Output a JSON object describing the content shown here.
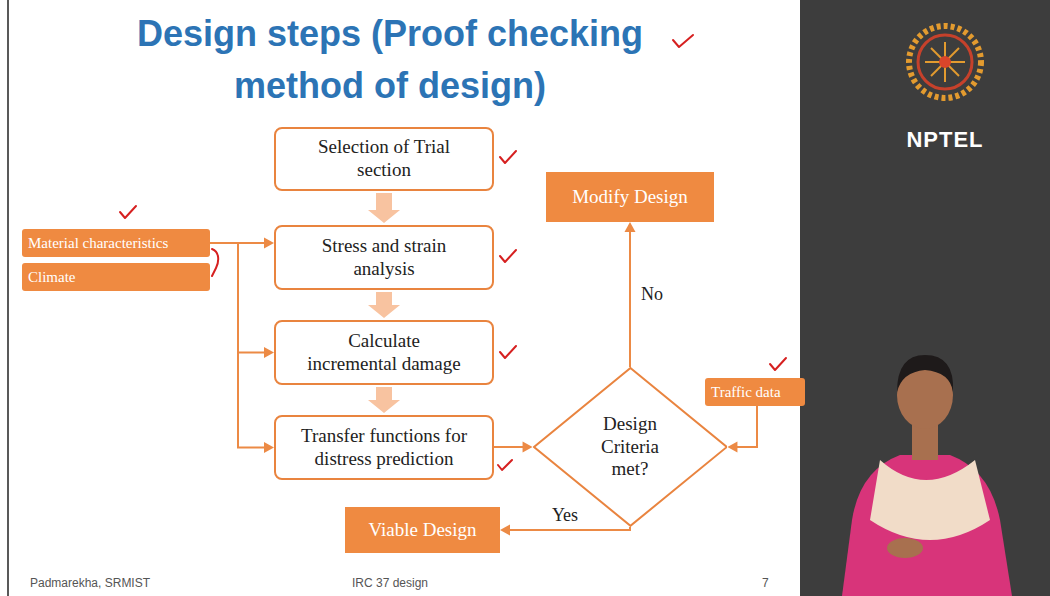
{
  "diagram": {
    "title": "Design steps (Proof checking method of design)",
    "nodes": [
      {
        "text": [
          "Selection of Trial section"
        ]
      },
      {
        "text": [
          "Stress and strain analysis"
        ]
      },
      {
        "text": [
          "Calculate incremental damage"
        ]
      },
      {
        "text": [
          "Transfer functions for distress prediction"
        ]
      },
      {
        "text": [
          "Material characteristics"
        ]
      },
      {
        "text": [
          "Climate"
        ]
      },
      {
        "text": [
          "Modify Design"
        ]
      },
      {
        "text": [
          "Design Criteria met?"
        ]
      },
      {
        "text": [
          "Traffic data"
        ]
      },
      {
        "text": [
          "Viable Design"
        ]
      }
    ],
    "edges": [
      {
        "from": 0,
        "to": 1,
        "arrow": "to"
      },
      {
        "from": 1,
        "to": 2,
        "arrow": "to"
      },
      {
        "from": 2,
        "to": 3,
        "arrow": "to"
      },
      {
        "from": 4,
        "to": 1,
        "arrow": "to"
      },
      {
        "from": 4,
        "to": 2,
        "arrow": "to"
      },
      {
        "from": 4,
        "to": 3,
        "arrow": "to"
      },
      {
        "from": 3,
        "to": 7,
        "arrow": "to"
      },
      {
        "from": 8,
        "to": 7,
        "arrow": "to"
      },
      {
        "from": 7,
        "to": 6,
        "label": "No",
        "arrow": "to"
      },
      {
        "from": 7,
        "to": 9,
        "label": "Yes",
        "arrow": "to"
      }
    ],
    "labels": [
      "NPTEL",
      "Padmarekha, SRMIST",
      "IRC 37 design",
      "7"
    ]
  }
}
